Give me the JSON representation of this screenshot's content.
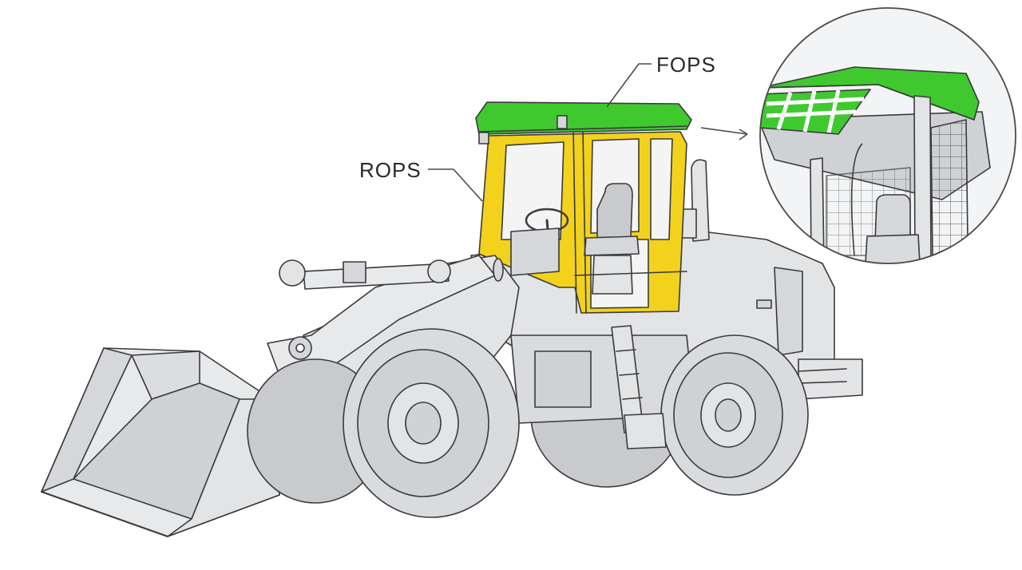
{
  "labels": {
    "fops": "FOPS",
    "rops": "ROPS"
  },
  "colors": {
    "fops_green": "#3fc92f",
    "rops_yellow": "#f2d21c",
    "body_gray": "#e3e4e6",
    "tire_gray": "#cfd1d4",
    "outline": "#3a3a3a",
    "leader": "#4a4a4a"
  },
  "icons": {
    "detail": "magnified-canopy-detail"
  }
}
